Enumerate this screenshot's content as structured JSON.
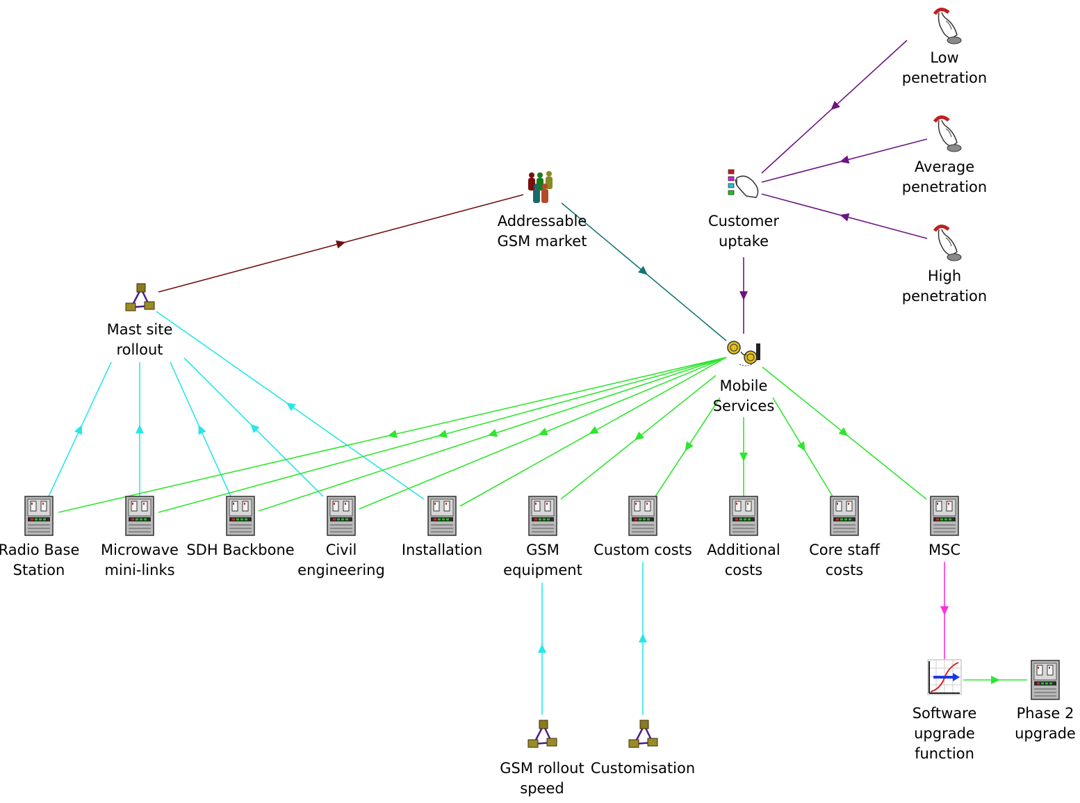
{
  "colors": {
    "cyan": "#29e6e6",
    "green": "#2ee62e",
    "purple": "#6b1580",
    "maroon": "#6e0f0f",
    "teal": "#137575",
    "magenta": "#ff2ee0"
  },
  "nodes": [
    {
      "id": "mast",
      "icon": "network-icon",
      "lines": [
        "Mast site",
        "rollout"
      ]
    },
    {
      "id": "gsm_market",
      "icon": "people-group-icon",
      "lines": [
        "Addressable",
        "GSM market"
      ]
    },
    {
      "id": "uptake",
      "icon": "hand-chart-icon",
      "lines": [
        "Customer",
        "uptake"
      ]
    },
    {
      "id": "low",
      "icon": "hand-selector-icon",
      "lines": [
        "Low",
        "penetration"
      ]
    },
    {
      "id": "avg",
      "icon": "hand-selector-icon",
      "lines": [
        "Average",
        "penetration"
      ]
    },
    {
      "id": "high",
      "icon": "hand-selector-icon",
      "lines": [
        "High",
        "penetration"
      ]
    },
    {
      "id": "mobile",
      "icon": "coins-scale-icon",
      "lines": [
        "Mobile",
        "Services"
      ]
    },
    {
      "id": "rbs",
      "icon": "equipment-rack-icon",
      "lines": [
        "Radio Base",
        "Station"
      ]
    },
    {
      "id": "micro",
      "icon": "equipment-rack-icon",
      "lines": [
        "Microwave",
        "mini-links"
      ]
    },
    {
      "id": "sdh",
      "icon": "equipment-rack-icon",
      "lines": [
        "SDH Backbone"
      ]
    },
    {
      "id": "civil",
      "icon": "equipment-rack-icon",
      "lines": [
        "Civil",
        "engineering"
      ]
    },
    {
      "id": "install",
      "icon": "equipment-rack-icon",
      "lines": [
        "Installation"
      ]
    },
    {
      "id": "gsm_eq",
      "icon": "equipment-rack-icon",
      "lines": [
        "GSM",
        "equipment"
      ]
    },
    {
      "id": "custom_costs",
      "icon": "equipment-rack-icon",
      "lines": [
        "Custom costs"
      ]
    },
    {
      "id": "additional",
      "icon": "equipment-rack-icon",
      "lines": [
        "Additional",
        "costs"
      ]
    },
    {
      "id": "core",
      "icon": "equipment-rack-icon",
      "lines": [
        "Core staff",
        "costs"
      ]
    },
    {
      "id": "msc",
      "icon": "equipment-rack-icon",
      "lines": [
        "MSC"
      ]
    },
    {
      "id": "gsm_rollout",
      "icon": "network-icon",
      "lines": [
        "GSM rollout",
        "speed"
      ]
    },
    {
      "id": "customisation",
      "icon": "network-icon",
      "lines": [
        "Customisation"
      ]
    },
    {
      "id": "software",
      "icon": "growth-chart-icon",
      "lines": [
        "Software",
        "upgrade",
        "function"
      ]
    },
    {
      "id": "phase2",
      "icon": "equipment-rack-icon",
      "lines": [
        "Phase 2",
        "upgrade"
      ]
    }
  ],
  "edges": [
    {
      "from": "mast",
      "to": "gsm_market",
      "color": "maroon"
    },
    {
      "from": "gsm_market",
      "to": "mobile",
      "color": "teal"
    },
    {
      "from": "low",
      "to": "uptake",
      "color": "purple"
    },
    {
      "from": "avg",
      "to": "uptake",
      "color": "purple"
    },
    {
      "from": "high",
      "to": "uptake",
      "color": "purple"
    },
    {
      "from": "uptake",
      "to": "mobile",
      "color": "purple"
    },
    {
      "from": "rbs",
      "to": "mast",
      "color": "cyan"
    },
    {
      "from": "micro",
      "to": "mast",
      "color": "cyan"
    },
    {
      "from": "sdh",
      "to": "mast",
      "color": "cyan"
    },
    {
      "from": "civil",
      "to": "mast",
      "color": "cyan"
    },
    {
      "from": "install",
      "to": "mast",
      "color": "cyan"
    },
    {
      "from": "mobile",
      "to": "rbs",
      "color": "green"
    },
    {
      "from": "mobile",
      "to": "micro",
      "color": "green"
    },
    {
      "from": "mobile",
      "to": "sdh",
      "color": "green"
    },
    {
      "from": "mobile",
      "to": "civil",
      "color": "green"
    },
    {
      "from": "mobile",
      "to": "install",
      "color": "green"
    },
    {
      "from": "mobile",
      "to": "gsm_eq",
      "color": "green"
    },
    {
      "from": "mobile",
      "to": "custom_costs",
      "color": "green"
    },
    {
      "from": "mobile",
      "to": "additional",
      "color": "green"
    },
    {
      "from": "mobile",
      "to": "core",
      "color": "green"
    },
    {
      "from": "mobile",
      "to": "msc",
      "color": "green"
    },
    {
      "from": "gsm_rollout",
      "to": "gsm_eq",
      "color": "cyan"
    },
    {
      "from": "customisation",
      "to": "custom_costs",
      "color": "cyan"
    },
    {
      "from": "msc",
      "to": "software",
      "color": "magenta"
    },
    {
      "from": "software",
      "to": "phase2",
      "color": "green"
    }
  ]
}
